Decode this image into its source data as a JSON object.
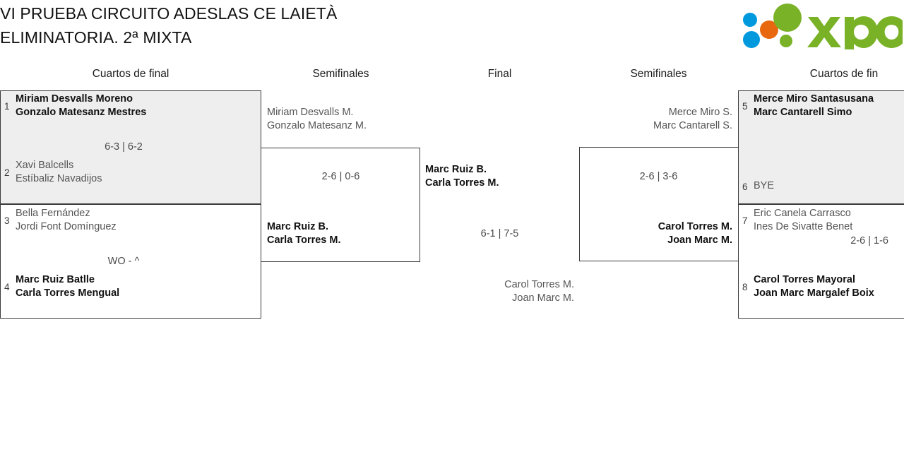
{
  "header": {
    "title": "VI PRUEBA CIRCUITO ADESLAS CE LAIETÀ\nELIMINATORIA. 2ª MIXTA",
    "logo_name": "xporty",
    "logo_colors": {
      "green": "#79b227",
      "blue": "#0099dd",
      "orange": "#e8680f"
    }
  },
  "columns": [
    {
      "label": "Cuartos de final"
    },
    {
      "label": "Semifinales"
    },
    {
      "label": "Final"
    },
    {
      "label": "Semifinales"
    },
    {
      "label": "Cuartos de fin"
    }
  ],
  "bracket": {
    "quarterfinals_left": [
      {
        "score": "6-3 | 6-2",
        "top": {
          "seed": "1",
          "names": "Miriam Desvalls Moreno\nGonzalo Matesanz Mestres",
          "result": "winner"
        },
        "bottom": {
          "seed": "2",
          "names": "Xavi Balcells\nEstíbaliz Navadijos",
          "result": "loser"
        }
      },
      {
        "score": "WO - ^",
        "top": {
          "seed": "3",
          "names": "Bella Fernández\nJordi Font Domínguez",
          "result": "loser"
        },
        "bottom": {
          "seed": "4",
          "names": "Marc Ruiz Batlle\nCarla Torres Mengual",
          "result": "winner"
        }
      }
    ],
    "quarterfinals_right": [
      {
        "score": "",
        "top": {
          "seed": "5",
          "names": "Merce Miro Santasusana\nMarc Cantarell Simo",
          "result": "winner"
        },
        "bottom": {
          "seed": "6",
          "names": "BYE",
          "result": "loser"
        }
      },
      {
        "score": "2-6 | 1-6",
        "top": {
          "seed": "7",
          "names": "Eric Canela Carrasco\nInes De Sivatte Benet",
          "result": "loser"
        },
        "bottom": {
          "seed": "8",
          "names": "Carol Torres Mayoral\nJoan Marc Margalef Boix",
          "result": "winner"
        }
      }
    ],
    "semifinal_left": {
      "score": "2-6 | 0-6",
      "top": {
        "names": "Miriam Desvalls M.\nGonzalo Matesanz M.",
        "result": "loser"
      },
      "bottom": {
        "names": "Marc Ruiz B.\nCarla Torres M.",
        "result": "winner"
      }
    },
    "semifinal_right": {
      "score": "2-6 | 3-6",
      "top": {
        "names": "Merce Miro S.\nMarc Cantarell S.",
        "result": "loser"
      },
      "bottom": {
        "names": "Carol Torres M.\nJoan Marc M.",
        "result": "winner"
      }
    },
    "final": {
      "score": "6-1 | 7-5",
      "left": {
        "names": "Marc Ruiz B.\nCarla Torres M.",
        "result": "winner"
      },
      "right": {
        "names": "Carol Torres M.\nJoan Marc M.",
        "result": "loser"
      }
    }
  }
}
